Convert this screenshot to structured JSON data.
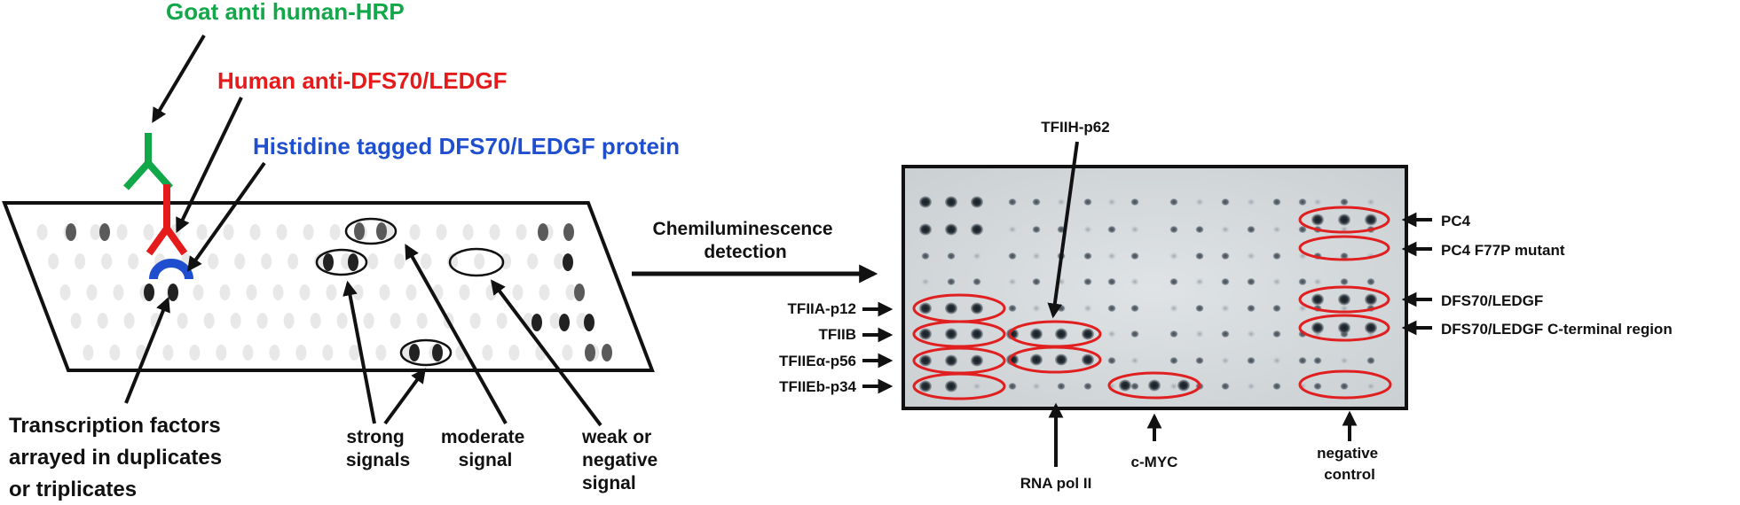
{
  "colors": {
    "goat_antibody": "#12a84a",
    "human_antibody": "#e51b1b",
    "protein": "#1f4fcf",
    "circle": "#e02020",
    "outline": "#111111",
    "membrane_bg": "#d9dde0"
  },
  "schematic": {
    "goat_label": "Goat anti human-HRP",
    "human_label": "Human anti-DFS70/LEDGF",
    "protein_label": "Histidine tagged DFS70/LEDGF protein",
    "tf_label_lines": [
      "Transcription factors",
      "arrayed in duplicates",
      "or triplicates"
    ],
    "strong_lines": [
      "strong",
      "signals"
    ],
    "moderate_lines": [
      "moderate",
      "signal"
    ],
    "weak_lines": [
      "weak or",
      "negative",
      "signal"
    ]
  },
  "detection_lines": [
    "Chemiluminescence",
    "detection"
  ],
  "blot": {
    "top_label": "TFIIH-p62",
    "left_labels": [
      "TFIIA-p12",
      "TFIIB",
      "TFIIEα-p56",
      "TFIIEb-p34"
    ],
    "right_labels": [
      "PC4",
      "PC4 F77P mutant",
      "DFS70/LEDGF",
      "DFS70/LEDGF C-terminal region"
    ],
    "bottom_labels": [
      "RNA pol II",
      "c-MYC"
    ],
    "negative_lines": [
      "negative",
      "control"
    ]
  }
}
